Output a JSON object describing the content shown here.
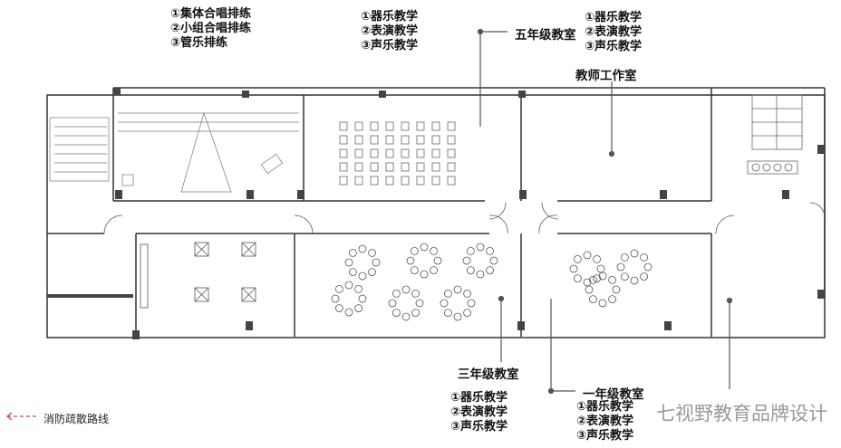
{
  "annotations": {
    "choir_room": {
      "items": [
        "①集体合唱排练",
        "②小组合唱排练",
        "③管乐排练"
      ]
    },
    "music_room_top": {
      "items": [
        "①器乐教学",
        "②表演教学",
        "③声乐教学"
      ]
    },
    "grade5": {
      "title": "五年级教室",
      "items": [
        "①器乐教学",
        "②表演教学",
        "③声乐教学"
      ]
    },
    "teacher_office": {
      "title": "教师工作室"
    },
    "grade3": {
      "title": "三年级教室",
      "items": [
        "①器乐教学",
        "②表演教学",
        "③声乐教学"
      ]
    },
    "grade1": {
      "title": "一年级教室",
      "items": [
        "①器乐教学",
        "②表演教学",
        "③声乐教学"
      ]
    }
  },
  "legend": {
    "label": "消防疏散路线",
    "color": "#e04040"
  },
  "watermark": "七视野教育品牌设计",
  "colors": {
    "wall": "#333333",
    "line": "#666666",
    "column": "#444444"
  }
}
